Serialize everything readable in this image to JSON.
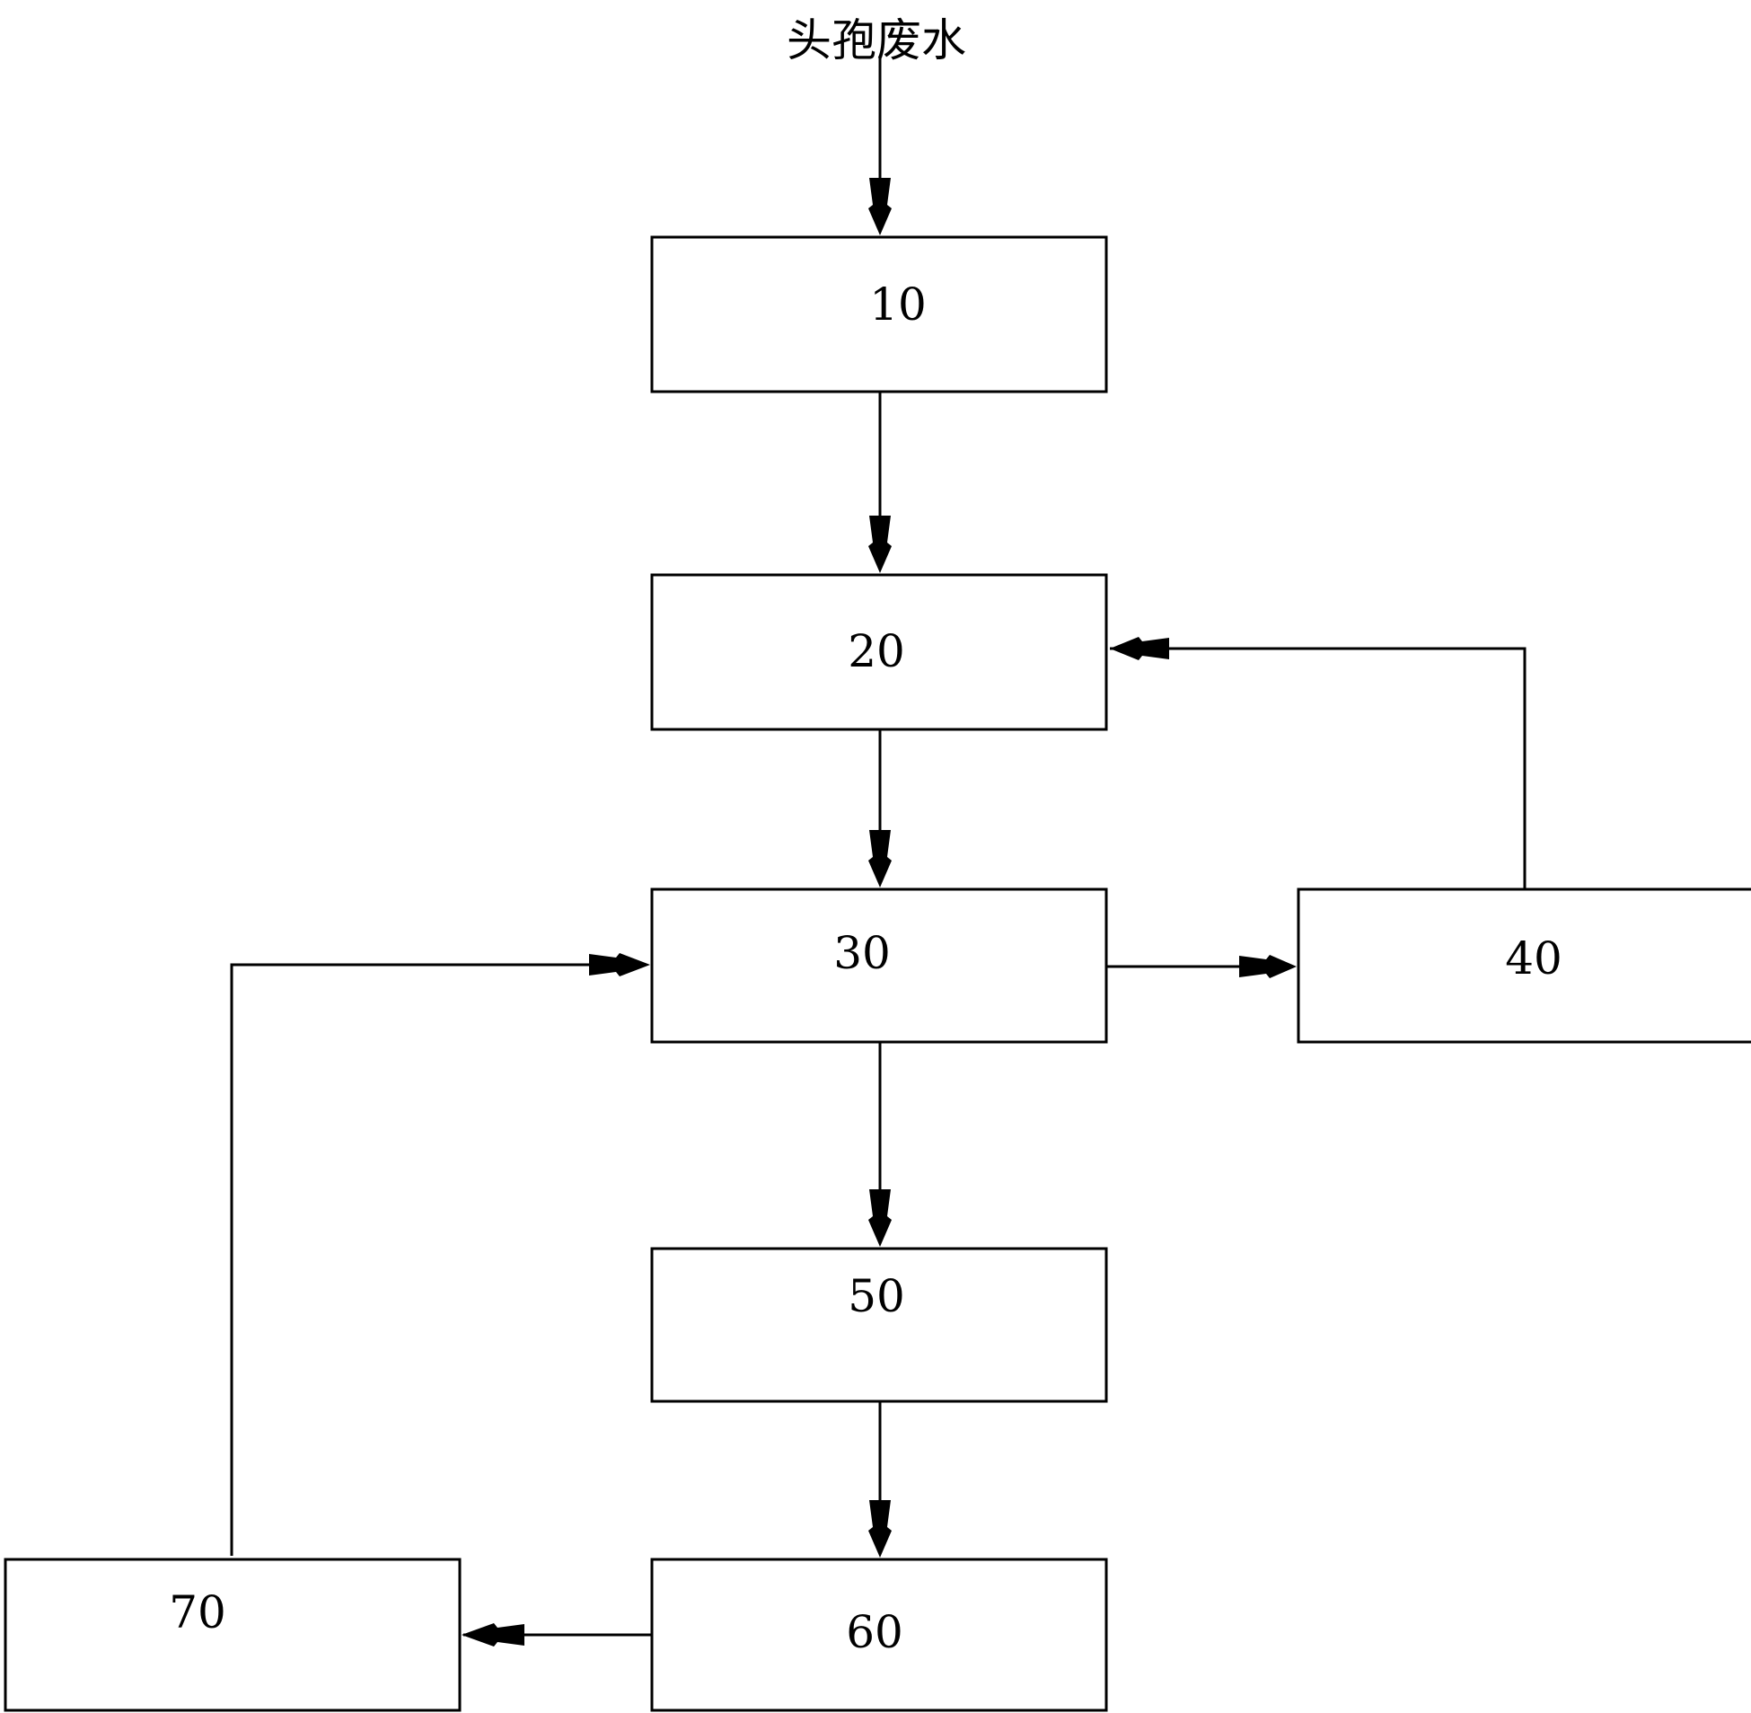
{
  "diagram": {
    "input_label": "头孢废水",
    "boxes": [
      {
        "id": "10",
        "label": "10"
      },
      {
        "id": "20",
        "label": "20"
      },
      {
        "id": "30",
        "label": "30"
      },
      {
        "id": "40",
        "label": "40"
      },
      {
        "id": "50",
        "label": "50"
      },
      {
        "id": "60",
        "label": "60"
      },
      {
        "id": "70",
        "label": "70"
      }
    ],
    "connections": [
      {
        "from": "input",
        "to": "10"
      },
      {
        "from": "10",
        "to": "20"
      },
      {
        "from": "20",
        "to": "30"
      },
      {
        "from": "30",
        "to": "40"
      },
      {
        "from": "40",
        "to": "20"
      },
      {
        "from": "30",
        "to": "50"
      },
      {
        "from": "50",
        "to": "60"
      },
      {
        "from": "60",
        "to": "70"
      },
      {
        "from": "70",
        "to": "30"
      }
    ]
  }
}
